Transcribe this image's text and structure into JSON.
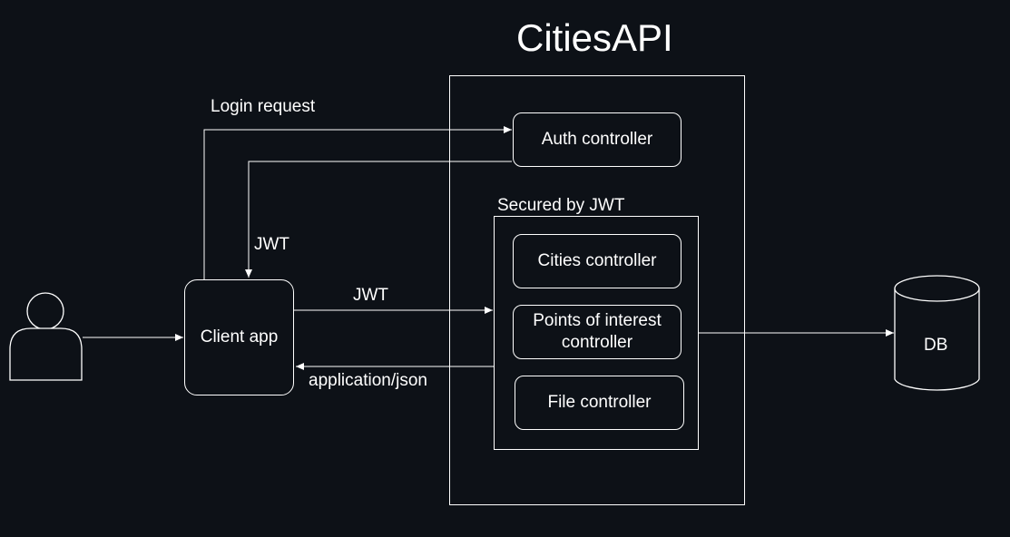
{
  "diagram": {
    "title": "CitiesAPI",
    "nodes": {
      "client_app": "Client app",
      "auth_controller": "Auth controller",
      "secured_group": "Secured by JWT",
      "cities_controller": "Cities controller",
      "poi_controller": "Points of interest controller",
      "file_controller": "File controller",
      "db": "DB"
    },
    "edges": {
      "login_request": "Login request",
      "jwt_return": "JWT",
      "jwt_request": "JWT",
      "json_response": "application/json"
    },
    "icons": {
      "user": "user-icon",
      "db": "database-icon"
    },
    "colors": {
      "background": "#0d1117",
      "stroke": "#ffffff"
    }
  }
}
